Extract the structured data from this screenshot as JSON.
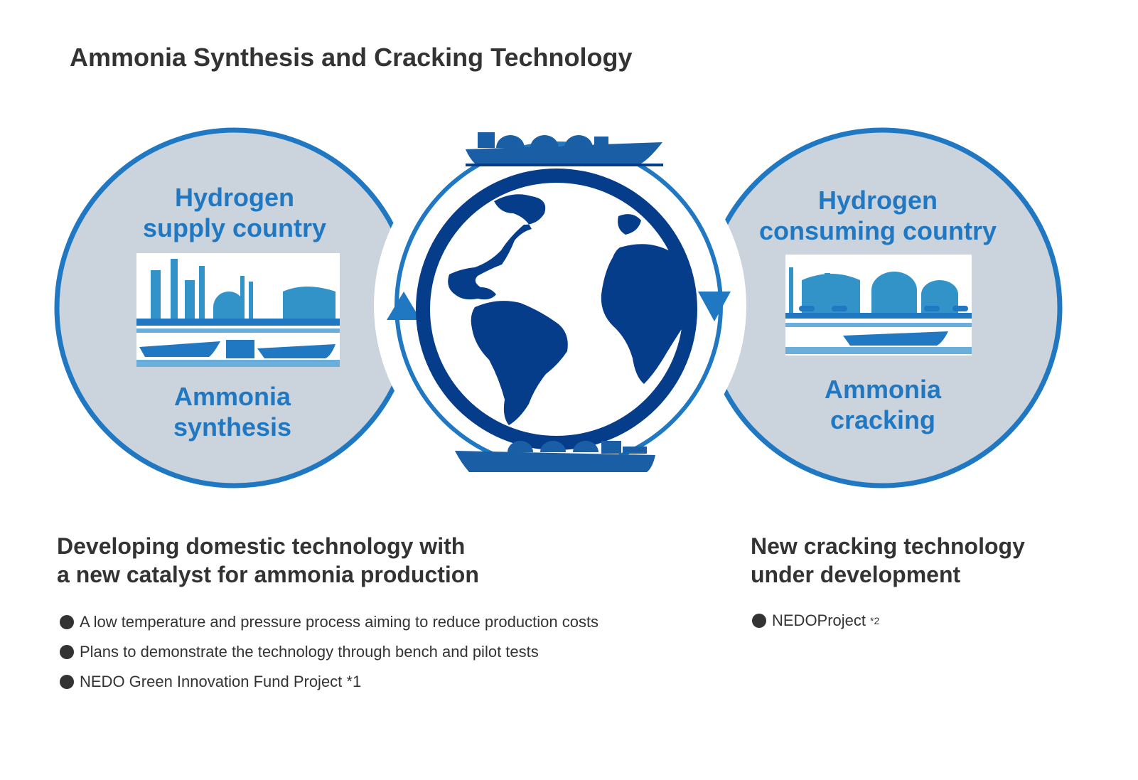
{
  "title": "Ammonia Synthesis and Cracking Technology",
  "colors": {
    "circle_fill": "#cbd3dd",
    "circle_stroke": "#1f78c1",
    "label_blue": "#1f78c1",
    "globe_navy": "#063d8a",
    "ship_blue": "#1a5fa6",
    "text_dark": "#333333"
  },
  "left_circle": {
    "line1": "Hydrogen",
    "line2": "supply country",
    "process_line1": "Ammonia",
    "process_line2": "synthesis",
    "icon": "ammonia-plant-icon"
  },
  "right_circle": {
    "line1": "Hydrogen",
    "line2": "consuming country",
    "process_line1": "Ammonia",
    "process_line2": "cracking",
    "icon": "cracking-terminal-icon"
  },
  "center": {
    "icon_globe": "globe-icon",
    "icon_ship": "tanker-ship-icon",
    "icon_arrow": "cycle-arrow-icon"
  },
  "left_block": {
    "heading_line1": "Developing domestic technology with",
    "heading_line2": "a new catalyst for ammonia production",
    "bullets": [
      "A low temperature and pressure process aiming to reduce production costs",
      "Plans to demonstrate the technology through bench and pilot tests",
      "NEDO Green Innovation Fund Project *1"
    ]
  },
  "right_block": {
    "heading_line1": "New cracking technology",
    "heading_line2": "under development",
    "bullet_text": "NEDOProject",
    "bullet_sup": "*2"
  }
}
